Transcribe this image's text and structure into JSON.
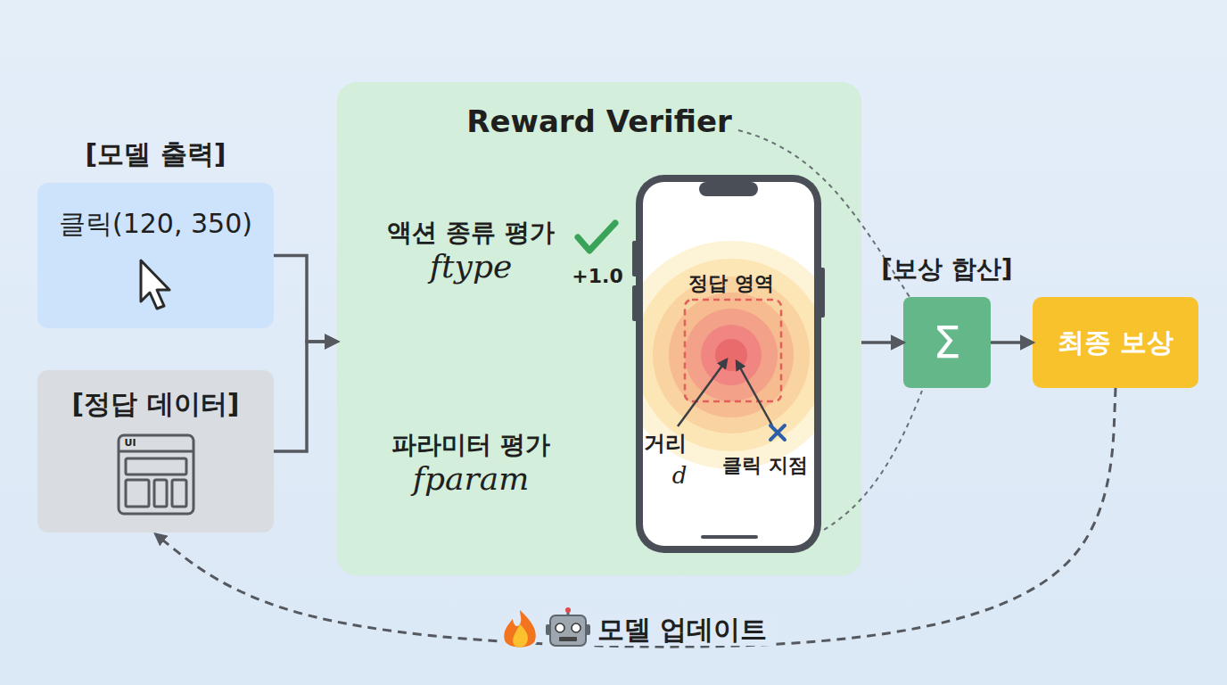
{
  "diagram": {
    "nodes": [
      {
        "text": [
          "[모델 출력]",
          "클릭(120, 350)"
        ]
      },
      {
        "text": [
          "[정답 데이터]"
        ]
      },
      {
        "text": [
          "Reward Verifier"
        ]
      },
      {
        "text": [
          "액션 종류 평가",
          "ftype"
        ],
        "in": 2
      },
      {
        "text": [
          "파라미터 평가",
          "fparam"
        ],
        "in": 2
      },
      {
        "text": [
          "[보상 합산]",
          "Σ"
        ]
      },
      {
        "text": [
          "최종 보상"
        ]
      }
    ],
    "edges": [
      {
        "from": 0,
        "to": 2,
        "arrow": "to"
      },
      {
        "from": 1,
        "to": 2,
        "arrow": "to"
      },
      {
        "from": 2,
        "to": 5,
        "arrow": "to"
      },
      {
        "from": 5,
        "to": 6,
        "arrow": "to"
      },
      {
        "from": 6,
        "to": 1,
        "arrow": "to",
        "label": "모델 업데이트"
      }
    ],
    "labels": [
      "+1.0",
      "정답 영역",
      "거리",
      "d",
      "클릭 지점",
      "UI"
    ]
  }
}
